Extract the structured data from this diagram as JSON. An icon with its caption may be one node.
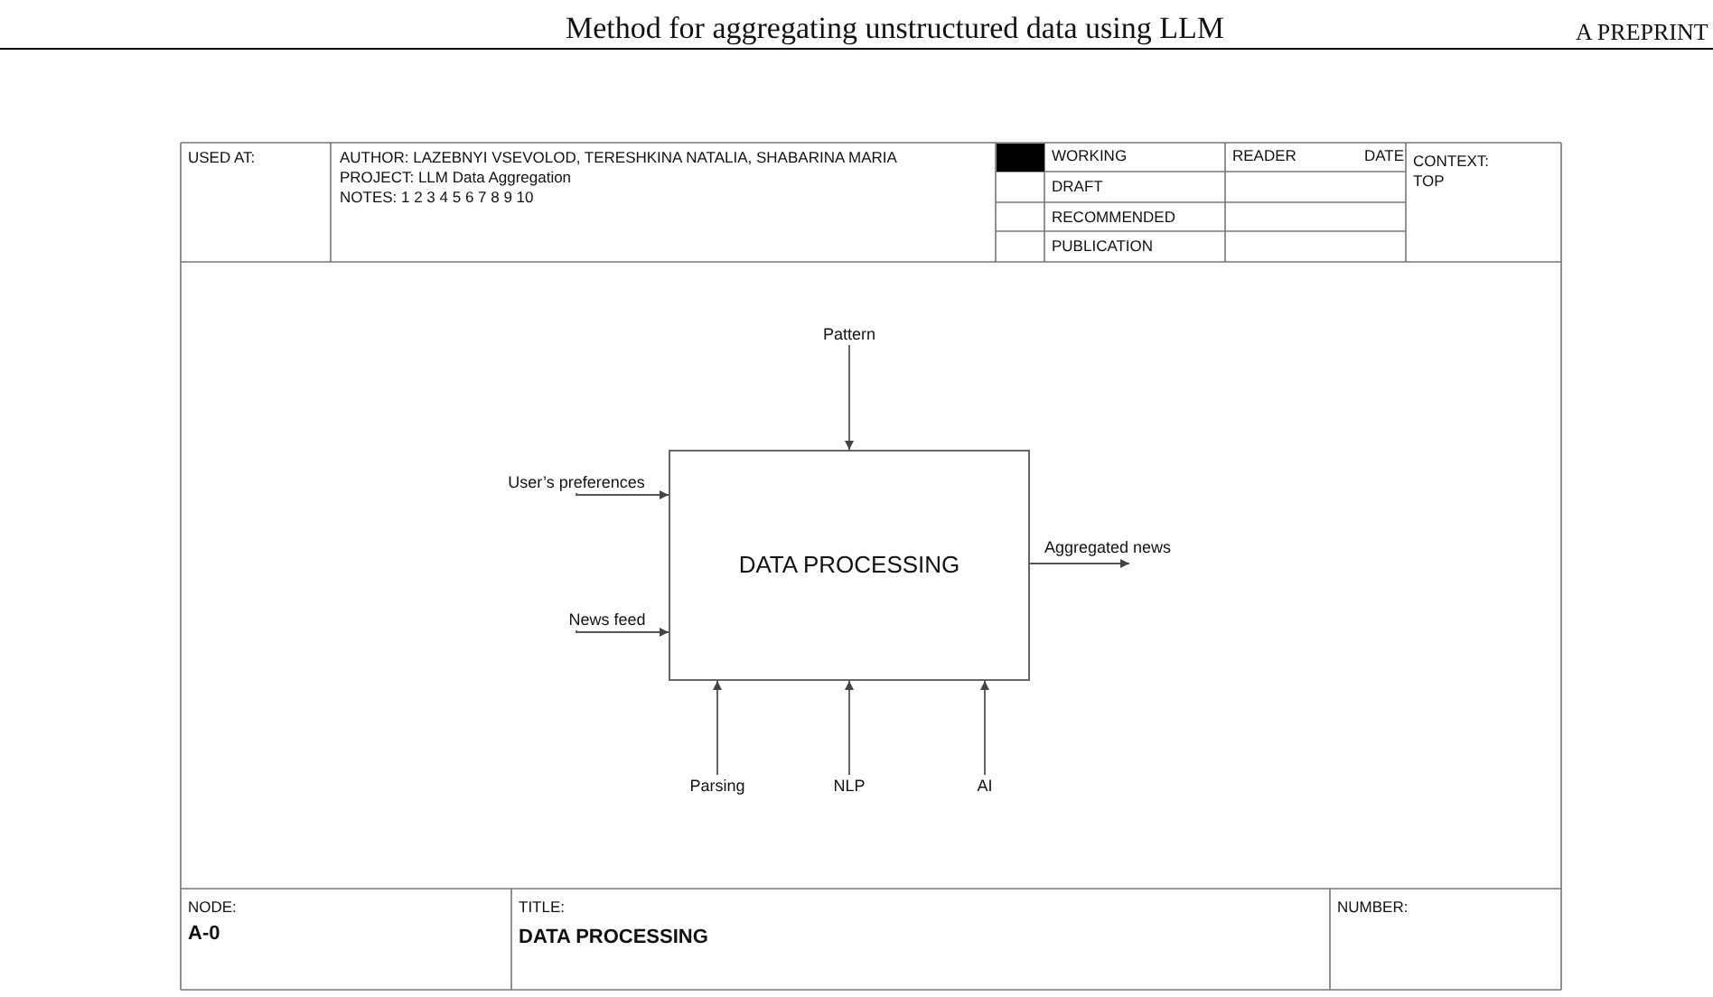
{
  "diagram": {
    "nodes": [
      {
        "text": [
          "Pattern"
        ]
      },
      {
        "text": [
          "User’s preferences"
        ]
      },
      {
        "text": [
          "DATA PROCESSING"
        ]
      },
      {
        "text": [
          "Aggregated news"
        ]
      },
      {
        "text": [
          "News feed"
        ]
      },
      {
        "text": [
          "Parsing"
        ]
      },
      {
        "text": [
          "NLP"
        ]
      },
      {
        "text": [
          "AI"
        ]
      }
    ],
    "edges": [
      {
        "from": 0,
        "to": 2,
        "arrow": "to"
      },
      {
        "from": 1,
        "to": 2,
        "arrow": "to"
      },
      {
        "from": 2,
        "to": 3,
        "arrow": "to"
      },
      {
        "from": 4,
        "to": 2,
        "arrow": "to"
      },
      {
        "from": 5,
        "to": 2,
        "arrow": "to"
      },
      {
        "from": 6,
        "to": 2,
        "arrow": "to"
      },
      {
        "from": 7,
        "to": 2,
        "arrow": "to"
      }
    ],
    "labels": [
      "Method for aggregating unstructured data using LLM",
      "A PREPRINT",
      "USED AT:",
      "AUTHOR: LAZEBNYI VSEVOLOD, TERESHKINA NATALIA, SHABARINA MARIA",
      "WORKING",
      "READER",
      "DATE",
      "CONTEXT:",
      "PROJECT: LLM Data Aggregation",
      "DRAFT",
      "TOP",
      "NOTES: 1 2 3 4 5 6 7 8 9 10",
      "RECOMMENDED",
      "PUBLICATION",
      "NODE:",
      "TITLE:",
      "NUMBER:",
      "A-0",
      "DATA PROCESSING"
    ]
  }
}
